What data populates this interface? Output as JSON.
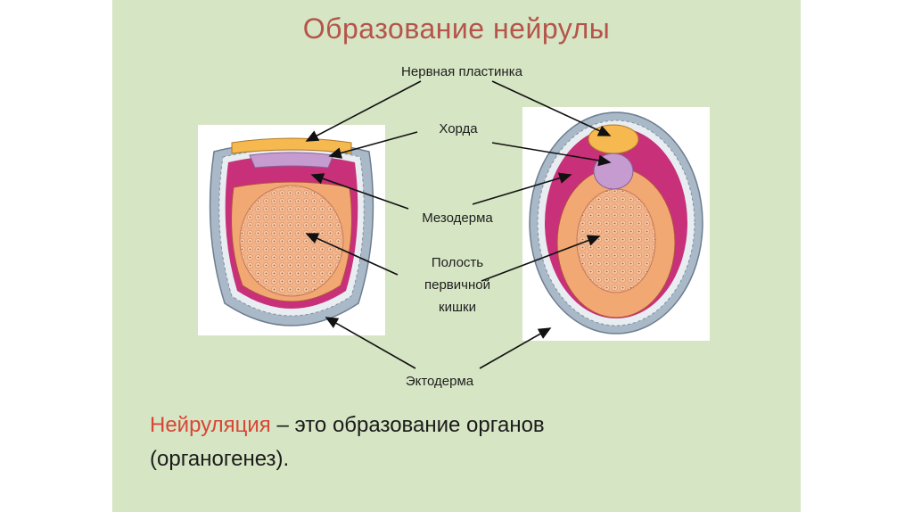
{
  "title": "Образование нейрулы",
  "labels": {
    "neural_plate": "Нервная пластинка",
    "chord": "Хорда",
    "mesoderm": "Мезодерма",
    "gut_cavity": [
      "Полость",
      "первичной",
      "кишки"
    ],
    "ectoderm": "Эктодерма"
  },
  "caption": {
    "term": "Нейруляция",
    "rest": " – это образование органов",
    "line2": "(органогенез)."
  },
  "colors": {
    "background": "#d6e5c3",
    "title": "#b5544b",
    "term": "#d74636",
    "ectoderm": "#aab9c7",
    "endoderm": "#f1b087",
    "mesoderm": "#c8307a",
    "chord": "#c69bcf",
    "neural_plate": "#f5b94f"
  }
}
